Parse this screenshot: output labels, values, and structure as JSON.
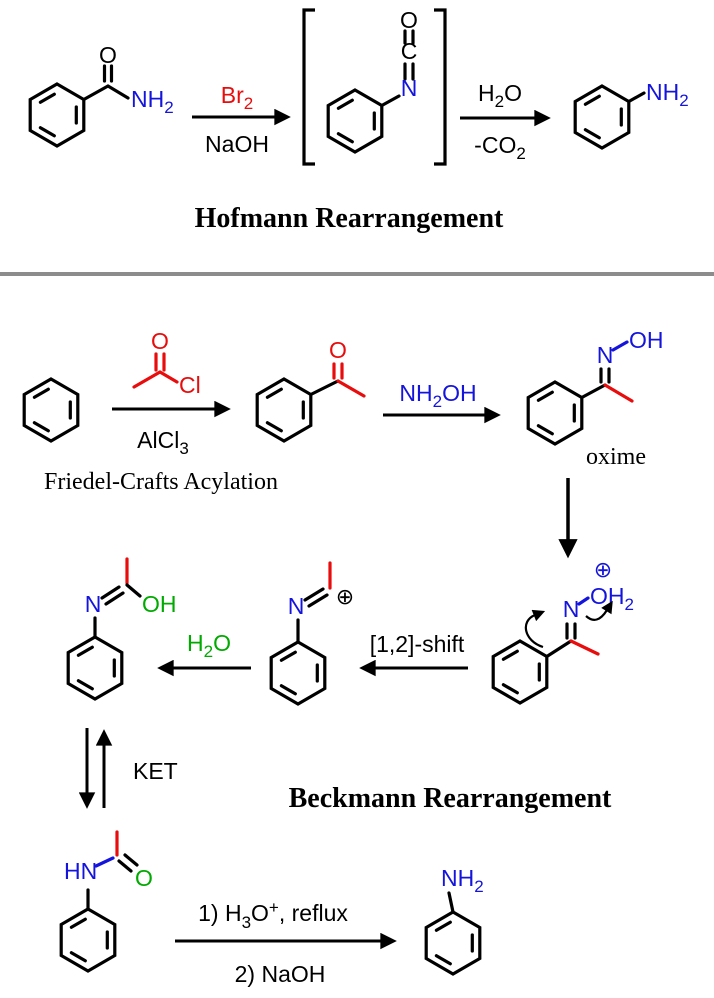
{
  "colors": {
    "black": "#000000",
    "red": "#e80c0c",
    "blue": "#1414dd",
    "green": "#00aa00",
    "divider_gray": "#8c8c8c"
  },
  "titles": {
    "hofmann": "Hofmann Rearrangement",
    "beckmann": "Beckmann Rearrangement"
  },
  "hofmann": {
    "benzamide": {
      "o": "O",
      "nh2_main": "NH",
      "nh2_sub": "2"
    },
    "arrow1": {
      "above_main": "Br",
      "above_sub": "2",
      "below": "NaOH"
    },
    "isocyanate": {
      "o": "O",
      "c": "C",
      "n": "N"
    },
    "arrow2": {
      "above_h": "H",
      "above_sub": "2",
      "above_o": "O",
      "below_main": "-CO",
      "below_sub": "2"
    },
    "aniline": {
      "nh2_main": "NH",
      "nh2_sub": "2"
    }
  },
  "beckmann": {
    "fc_label": "Friedel-Crafts Acylation",
    "acyl_chloride": {
      "o": "O",
      "cl": "Cl"
    },
    "arrow_fc": {
      "below_main": "AlCl",
      "below_sub": "3"
    },
    "acetophenone": {
      "o": "O"
    },
    "arrow_nh2oh": {
      "main": "NH",
      "sub": "2",
      "tail": "OH"
    },
    "oxime": {
      "n": "N",
      "oh": "OH",
      "caption": "oxime"
    },
    "protonated_oxime": {
      "n": "N",
      "oh2_main": "OH",
      "oh2_sub": "2",
      "plus": "⊕"
    },
    "arrow_shift": {
      "label": "[1,2]-shift"
    },
    "nitrilium": {
      "n": "N",
      "plus": "⊕"
    },
    "arrow_h2o": {
      "h": "H",
      "sub": "2",
      "o": "O"
    },
    "imidic_acid": {
      "n": "N",
      "oh": "OH"
    },
    "ket_label": "KET",
    "acetanilide": {
      "hn": "HN",
      "o": "O"
    },
    "arrow_final": {
      "above_1": "1) H",
      "above_sub": "3",
      "above_o": "O",
      "above_sup": "+",
      "above_tail": ", reflux",
      "below": "2) NaOH"
    },
    "aniline": {
      "nh2_main": "NH",
      "nh2_sub": "2"
    }
  }
}
